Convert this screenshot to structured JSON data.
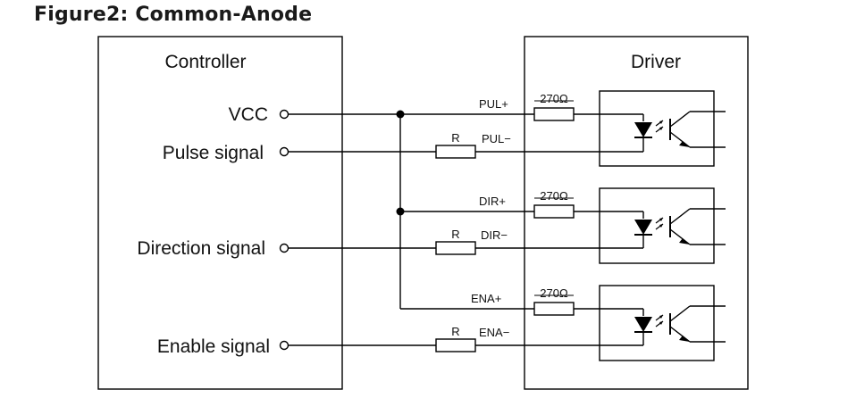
{
  "figure_title": "Figure2: Common-Anode",
  "controller": {
    "title": "Controller",
    "vcc": "VCC",
    "pulse": "Pulse signal",
    "direction": "Direction signal",
    "enable": "Enable signal"
  },
  "driver": {
    "title": "Driver"
  },
  "channels": [
    {
      "plus": "PUL+",
      "minus": "PUL−",
      "resistor": "270Ω",
      "r": "R"
    },
    {
      "plus": "DIR+",
      "minus": "DIR−",
      "resistor": "270Ω",
      "r": "R"
    },
    {
      "plus": "ENA+",
      "minus": "ENA−",
      "resistor": "270Ω",
      "r": "R"
    }
  ]
}
